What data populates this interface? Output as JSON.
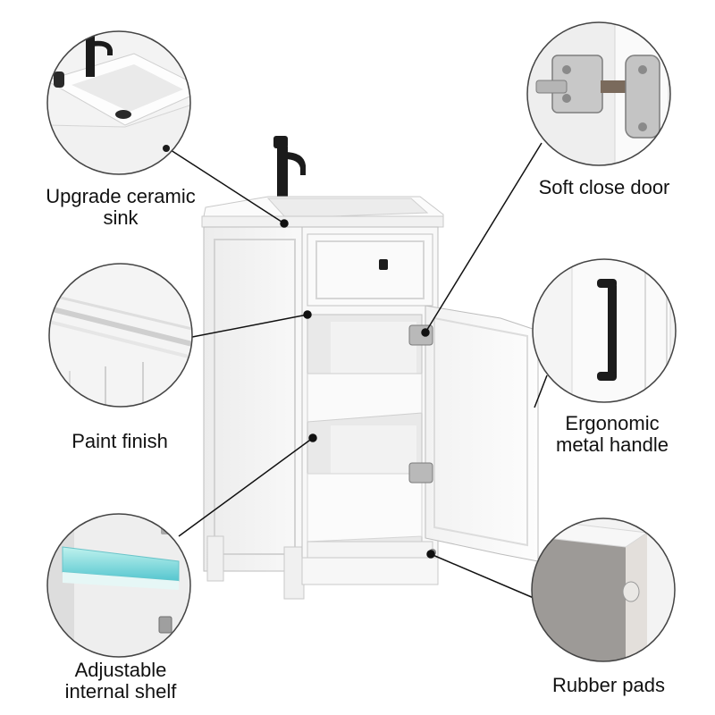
{
  "features": {
    "sink": {
      "line1": "Upgrade ceramic",
      "line2": "sink"
    },
    "soft_close": {
      "line1": "Soft close door"
    },
    "paint": {
      "line1": "Paint finish"
    },
    "handle": {
      "line1": "Ergonomic",
      "line2": "metal handle"
    },
    "shelf": {
      "line1": "Adjustable",
      "line2": "internal shelf"
    },
    "pads": {
      "line1": "Rubber pads"
    }
  },
  "colors": {
    "cabinet": "#f7f7f7",
    "cabinet_shadow": "#e2e2e2",
    "outline": "#9a9a9a",
    "hardware": "#1b1b1b",
    "glass": "#7fd8d8",
    "leader": "#111111"
  },
  "icons": [
    "faucet-icon",
    "hinge-icon",
    "handle-icon",
    "rubber-pad-icon"
  ]
}
